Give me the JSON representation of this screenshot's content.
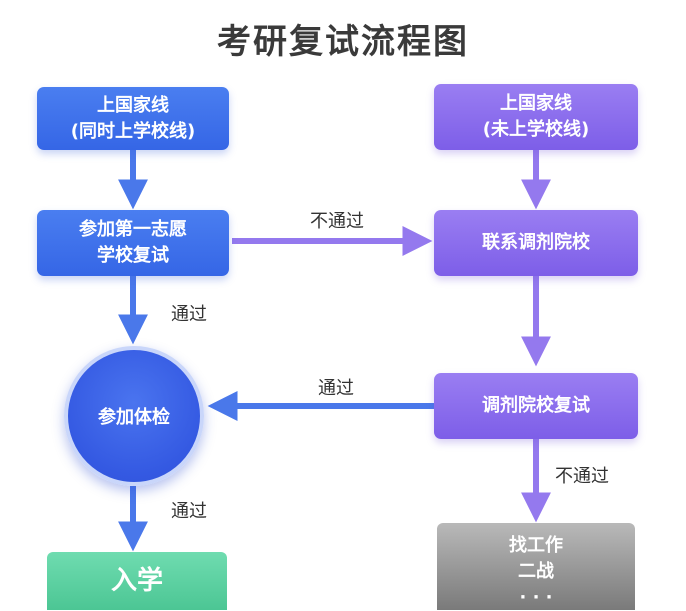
{
  "title": "考研复试流程图",
  "nodes": {
    "top_left": [
      "上国家线",
      "(同时上学校线)"
    ],
    "top_right": [
      "上国家线",
      "(未上学校线)"
    ],
    "first_choice": [
      "参加第一志愿",
      "学校复试"
    ],
    "contact_adjust": [
      "联系调剂院校"
    ],
    "physical_exam": "参加体检",
    "adjust_retest": [
      "调剂院校复试"
    ],
    "enroll": "入学",
    "other": [
      "找工作",
      "二战",
      "· · ·"
    ]
  },
  "edges": {
    "fail_first": "不通过",
    "pass_first": "通过",
    "pass_adjust": "通过",
    "pass_exam": "通过",
    "fail_adjust": "不通过"
  },
  "colors": {
    "blue": "#3a6ee8",
    "purple": "#8a6cef",
    "arrow_blue": "#4a78ea",
    "arrow_purple": "#9479ee",
    "green": "#57cf9e",
    "grey": "#8f8f8f"
  }
}
